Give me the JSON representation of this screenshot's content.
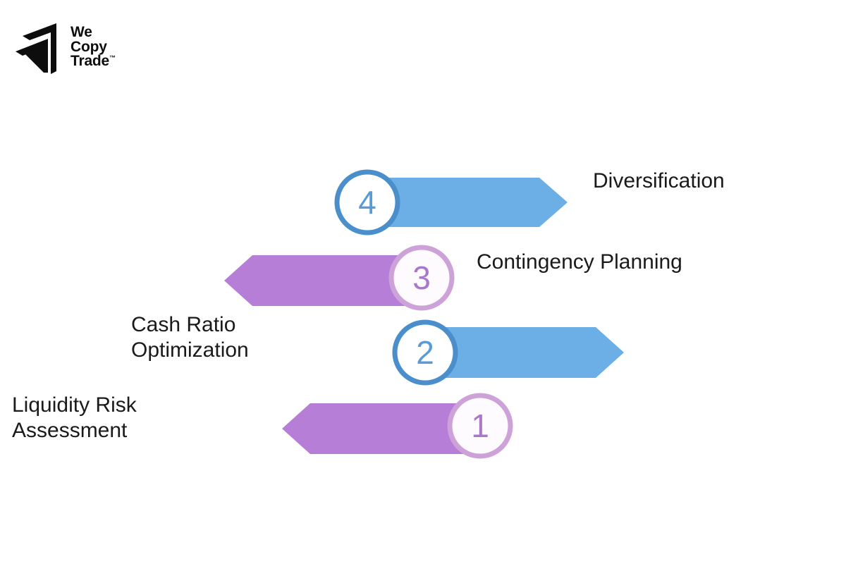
{
  "brand": {
    "logo_icon": "wecopytrade-arrow-logo",
    "line1": "We",
    "line2": "Copy",
    "line3": "Trade",
    "trademark": "™"
  },
  "colors": {
    "blue_arrow": "#6BAFE6",
    "blue_ring": "#4A8FCC",
    "blue_number": "#5B9BD5",
    "purple_arrow": "#B77ED8",
    "purple_ring": "#CDA2D8",
    "purple_number": "#A977CC",
    "text": "#1a1a1a",
    "background": "#ffffff"
  },
  "chart_data": {
    "type": "diagram",
    "title": "",
    "steps": [
      {
        "number": "4",
        "label": "Diversification",
        "color": "blue",
        "direction": "right",
        "label_side": "right"
      },
      {
        "number": "3",
        "label": "Contingency Planning",
        "color": "purple",
        "direction": "left",
        "label_side": "right"
      },
      {
        "number": "2",
        "label": "Cash Ratio\nOptimization",
        "color": "blue",
        "direction": "right",
        "label_side": "left"
      },
      {
        "number": "1",
        "label": "Liquidity Risk\nAssessment",
        "color": "purple",
        "direction": "left",
        "label_side": "left"
      }
    ]
  }
}
